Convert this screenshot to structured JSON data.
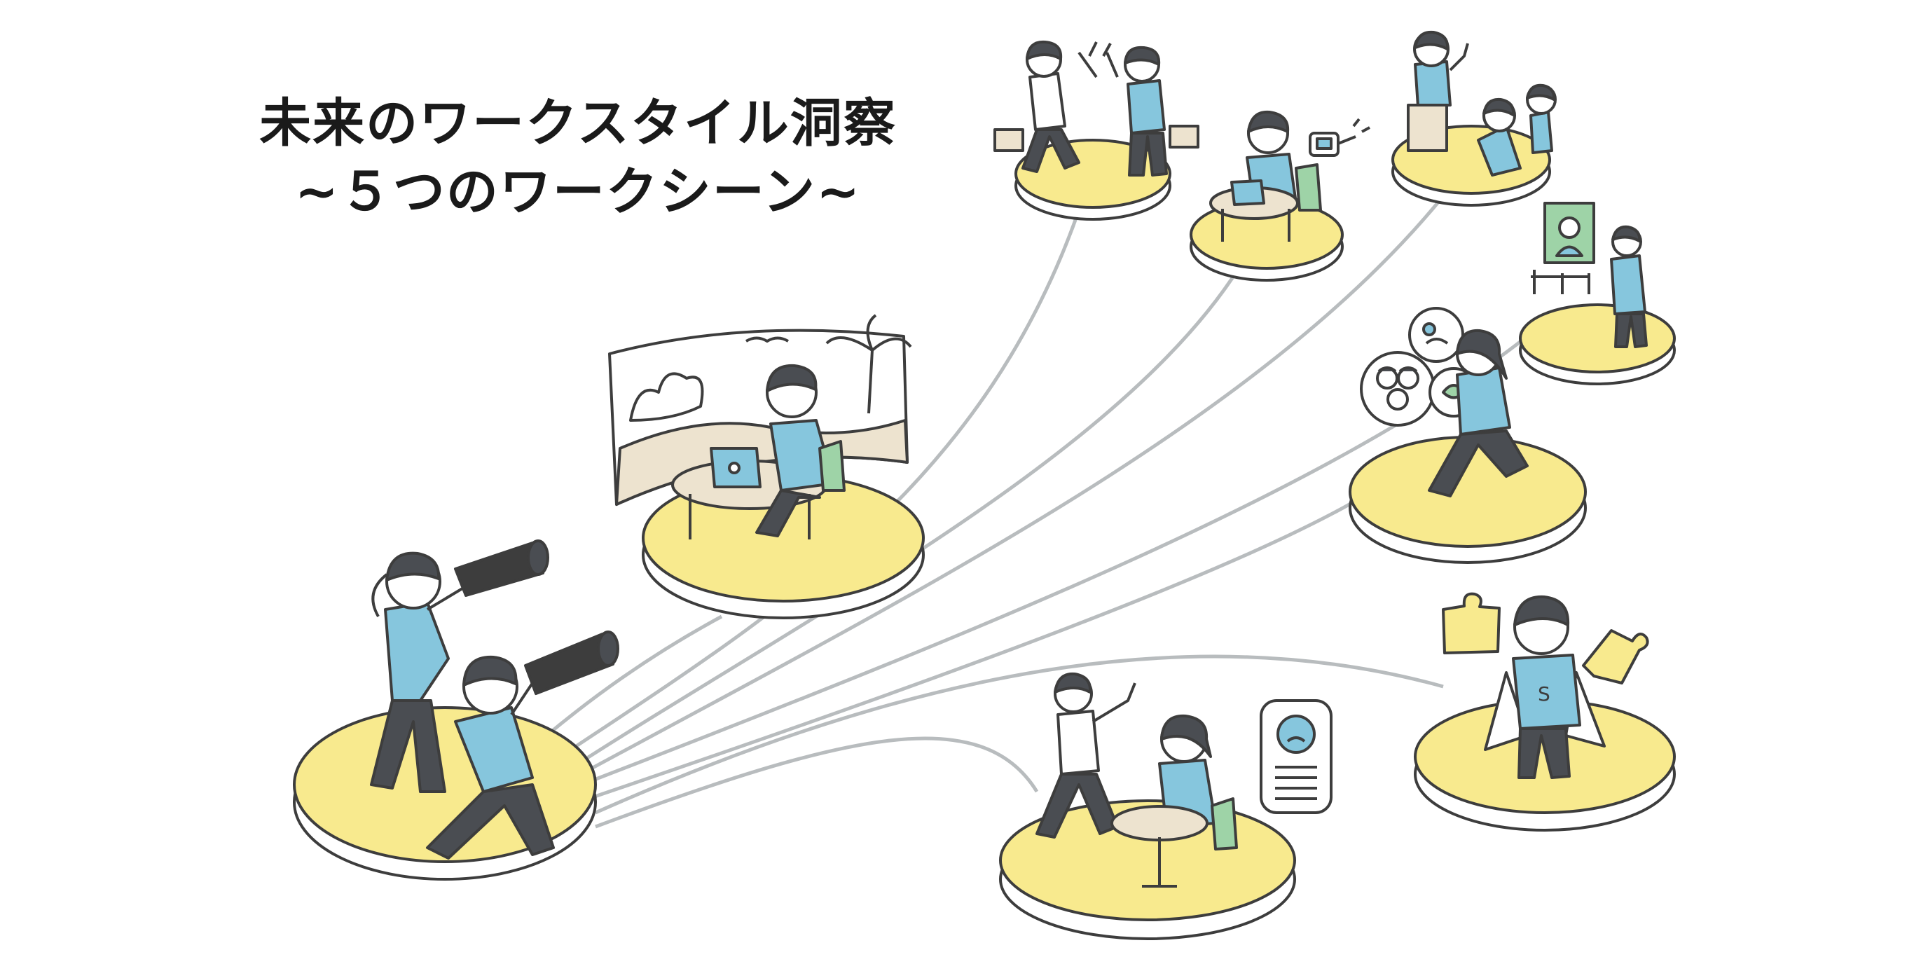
{
  "title": {
    "line1": "未来のワークスタイル洞察",
    "line2": "~５つのワークシーン~"
  },
  "colors": {
    "platform_fill": "#f8ea8e",
    "platform_rim": "#ffffff",
    "line": "#b8bcbe",
    "ink": "#3d3d3d",
    "shirt": "#86c6dd",
    "pants": "#4a4d52",
    "chair": "#9ed3a7",
    "table": "#ede3cf",
    "sky": "#ffffff"
  },
  "scenes": [
    {
      "id": "observers",
      "icon": "telescope-icon"
    },
    {
      "id": "beach-remote-work",
      "icon": "laptop-icon"
    },
    {
      "id": "high-five",
      "icon": "briefcase-icon"
    },
    {
      "id": "robot-assistant",
      "icon": "robot-icon"
    },
    {
      "id": "teaching",
      "icon": "podium-icon"
    },
    {
      "id": "gallery",
      "icon": "portrait-icon"
    },
    {
      "id": "video-call",
      "icon": "bubble-icon"
    },
    {
      "id": "super-worker",
      "icon": "puzzle-icon"
    },
    {
      "id": "cafe-feelings",
      "icon": "face-card-icon"
    }
  ]
}
